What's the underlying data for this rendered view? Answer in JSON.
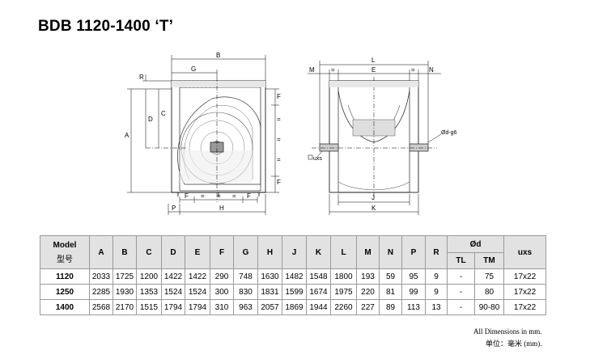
{
  "title": "BDB 1120-1400 ‘T’",
  "drawing_labels": {
    "front": {
      "B": "B",
      "G": "G",
      "R": "R",
      "D": "D",
      "C": "C",
      "A": "A",
      "F": "F",
      "P": "P",
      "H": "H",
      "eq": "="
    },
    "side": {
      "L": "L",
      "M": "M",
      "E": "E",
      "N": "N",
      "J": "J",
      "K": "K",
      "eq": "=",
      "shaft": "Ød-g6",
      "key": "uxs"
    }
  },
  "table": {
    "model_label": "Model",
    "model_label_cn": "型号",
    "columns": [
      "A",
      "B",
      "C",
      "D",
      "E",
      "F",
      "G",
      "H",
      "J",
      "K",
      "L",
      "M",
      "N",
      "P",
      "R"
    ],
    "d_group": "Ød",
    "d_sub": [
      "TL",
      "TM"
    ],
    "last_col": "uxs",
    "rows": [
      {
        "model": "1120",
        "values": [
          "2033",
          "1725",
          "1200",
          "1422",
          "1422",
          "290",
          "748",
          "1630",
          "1482",
          "1548",
          "1800",
          "193",
          "59",
          "95",
          "9"
        ],
        "tl": "-",
        "tm": "75",
        "uxs": "17x22"
      },
      {
        "model": "1250",
        "values": [
          "2285",
          "1930",
          "1353",
          "1524",
          "1524",
          "300",
          "830",
          "1831",
          "1599",
          "1674",
          "1975",
          "220",
          "81",
          "99",
          "9"
        ],
        "tl": "-",
        "tm": "80",
        "uxs": "17x22"
      },
      {
        "model": "1400",
        "values": [
          "2568",
          "2170",
          "1515",
          "1794",
          "1794",
          "310",
          "963",
          "2057",
          "1869",
          "1944",
          "2260",
          "227",
          "89",
          "113",
          "13"
        ],
        "tl": "-",
        "tm": "90-80",
        "uxs": "17x22"
      }
    ]
  },
  "notes": {
    "line1": "All Dimensions in mm.",
    "line2": "单位：毫米 (mm)."
  }
}
